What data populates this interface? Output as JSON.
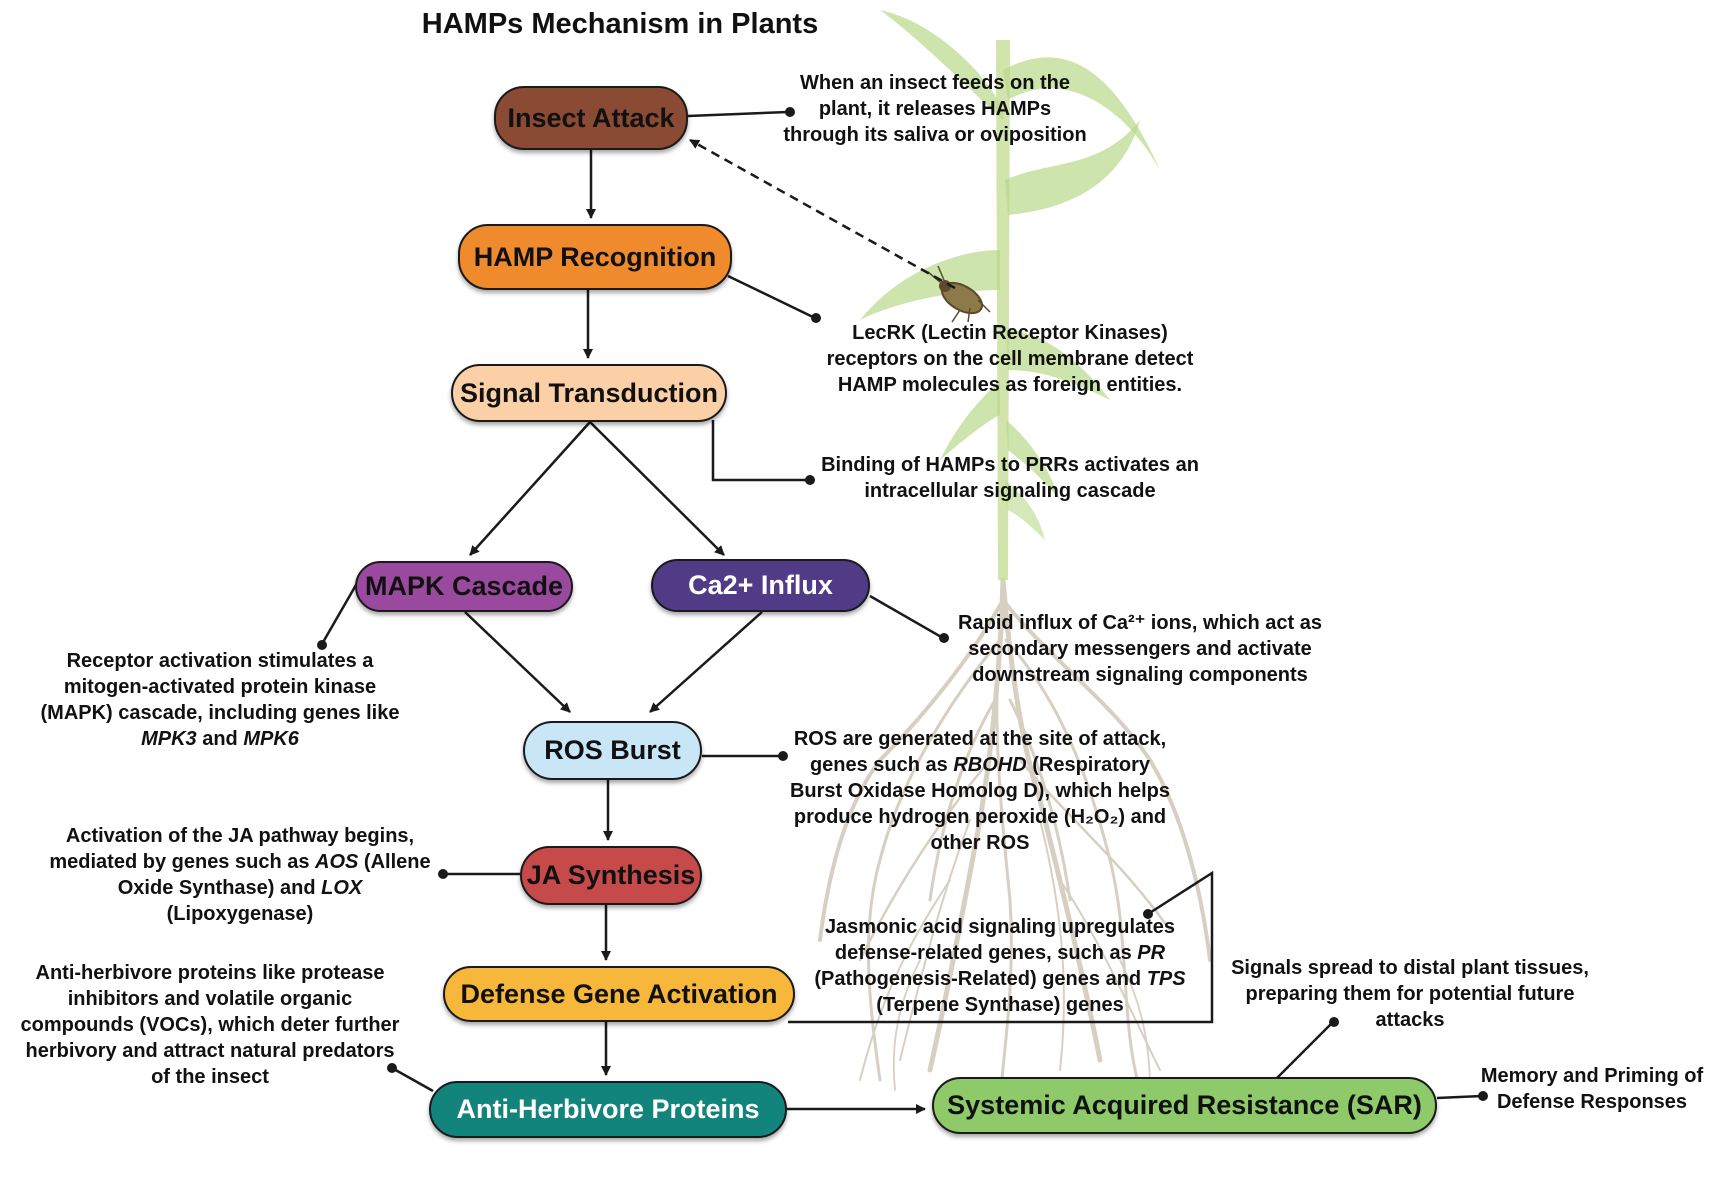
{
  "title": "HAMPs Mechanism in Plants",
  "colors": {
    "insect_attack": "#8a4a33",
    "hamp_recognition": "#ef8a2d",
    "signal_transduction": "#fcd0a6",
    "mapk_cascade": "#9a4a9e",
    "ca_influx": "#523b86",
    "ros_burst": "#c9e6f7",
    "ja_synthesis": "#c64a4a",
    "defense_gene_activation": "#f6b73a",
    "anti_herbivore_proteins": "#13847c",
    "sar": "#8ec96a",
    "plant_stem": "#c9df9e",
    "plant_leaf": "#b9d98a",
    "roots": "#d8cfc3"
  },
  "nodes": {
    "insect_attack": "Insect Attack",
    "hamp_recognition": "HAMP Recognition",
    "signal_transduction": "Signal Transduction",
    "mapk_cascade": "MAPK Cascade",
    "ca_influx": "Ca2+ Influx",
    "ros_burst": "ROS Burst",
    "ja_synthesis": "JA Synthesis",
    "defense_gene_activation": "Defense Gene Activation",
    "anti_herbivore_proteins": "Anti-Herbivore Proteins",
    "sar": "Systemic Acquired Resistance (SAR)"
  },
  "notes": {
    "insect_attack": [
      "When an insect feeds on the",
      "plant, it releases HAMPs",
      "through its saliva or oviposition"
    ],
    "hamp_recognition": [
      "LecRK (Lectin Receptor Kinases)",
      "receptors on the cell membrane detect",
      "HAMP molecules as foreign entities."
    ],
    "signal_transduction": [
      "Binding of HAMPs to PRRs activates an",
      "intracellular signaling cascade"
    ],
    "ca_influx": [
      "Rapid influx of Ca²⁺ ions, which act as",
      "secondary messengers and activate",
      "downstream signaling components"
    ],
    "mapk": {
      "line1": "Receptor activation stimulates a",
      "line2": "mitogen-activated protein kinase",
      "line3": "(MAPK) cascade, including genes like",
      "gene1": "MPK3",
      "and": " and ",
      "gene2": "MPK6"
    },
    "ros": {
      "line1": "ROS are generated at the site of attack,",
      "line2_pre": "genes such as ",
      "gene": "RBOHD",
      "line2_post": " (Respiratory",
      "line3": "Burst Oxidase Homolog D), which helps",
      "line4": "produce hydrogen peroxide (H₂O₂) and",
      "line5": "other ROS"
    },
    "ja": {
      "line1": "Activation of the JA pathway begins,",
      "line2_pre": "mediated by genes such as ",
      "gene1": "AOS",
      "line2_post": " (Allene",
      "line3_pre": "Oxide Synthase) and ",
      "gene2": "LOX",
      "line4": "(Lipoxygenase)"
    },
    "defense": {
      "line1": "Jasmonic acid signaling upregulates",
      "line2_pre": "defense-related genes, such as ",
      "gene1": "PR",
      "line3_pre": "(Pathogenesis-Related) genes and ",
      "gene2": "TPS",
      "line4": "(Terpene Synthase) genes"
    },
    "anti_herbivore": [
      "Anti-herbivore proteins like protease",
      "inhibitors and volatile organic",
      "compounds (VOCs), which deter further",
      "herbivory and attract natural predators",
      "of the insect"
    ],
    "sar_top": [
      "Signals spread to distal plant tissues,",
      "preparing them for potential future",
      "attacks"
    ],
    "sar_right": [
      "Memory and Priming of",
      "Defense Responses"
    ]
  }
}
